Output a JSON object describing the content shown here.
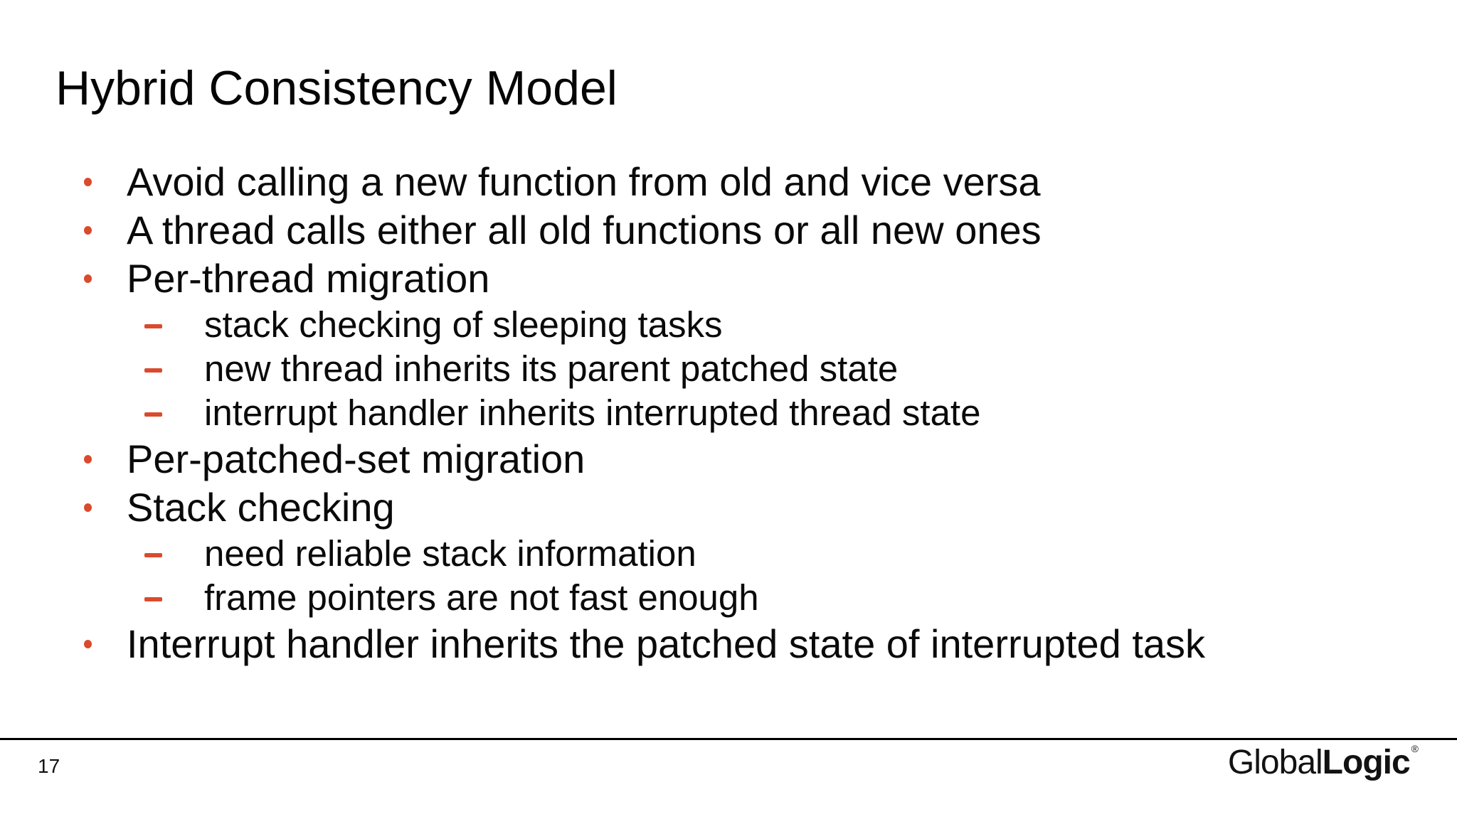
{
  "slide": {
    "title": "Hybrid Consistency Model",
    "page_number": "17",
    "accent_color": "#d94b2c",
    "divider_color": "#000000",
    "text_color": "#0a0a0a",
    "background_color": "#ffffff",
    "logo": {
      "part1": "Global",
      "part2": "Logic",
      "registered_mark": "®"
    }
  },
  "bullets": [
    {
      "level": 1,
      "text": "Avoid calling a new function from old and vice versa"
    },
    {
      "level": 1,
      "text": "A thread calls either all old functions or all new ones"
    },
    {
      "level": 1,
      "text": "Per-thread migration"
    },
    {
      "level": 2,
      "text": "stack checking of sleeping tasks"
    },
    {
      "level": 2,
      "text": "new thread inherits its parent patched state"
    },
    {
      "level": 2,
      "text": "interrupt handler inherits interrupted thread state"
    },
    {
      "level": 1,
      "text": "Per-patched-set migration"
    },
    {
      "level": 1,
      "text": "Stack checking"
    },
    {
      "level": 2,
      "text": "need reliable stack information"
    },
    {
      "level": 2,
      "text": "frame pointers are not fast enough"
    },
    {
      "level": 1,
      "text": "Interrupt handler inherits the patched state of interrupted task"
    }
  ]
}
